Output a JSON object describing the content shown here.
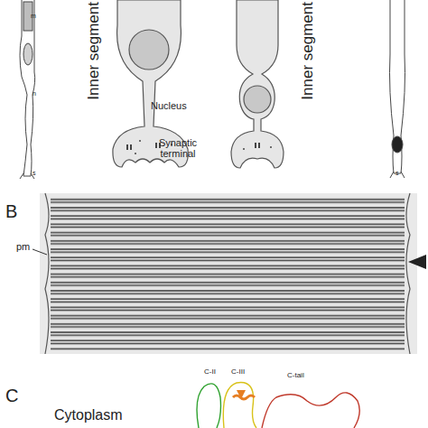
{
  "diagram": {
    "labels": [
      "m",
      "n",
      "s",
      "Inner segment",
      "Nucleus",
      "Synaptic terminal",
      "Inner segment",
      "s",
      "B",
      "pm",
      "C",
      "Cytoplasm",
      "C-II",
      "C-III",
      "C-tail"
    ]
  }
}
